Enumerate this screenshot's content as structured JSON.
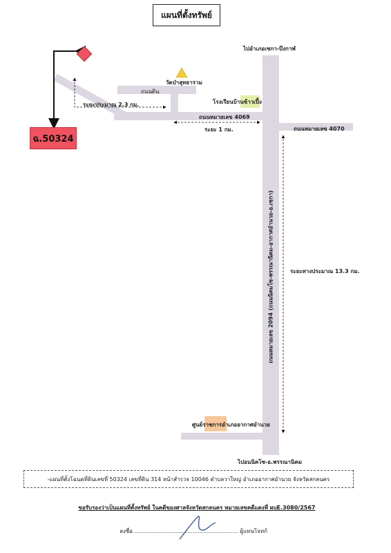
{
  "document": {
    "title": "แผนที่ตั้งทรัพย์",
    "parcel_ref": "ฉ.50324",
    "note": "-แผนที่ตั้งโฉนดที่ดินเลขที่ 50324 เลขที่ดิน 314 หน้าสำรวจ 10046 ตำบลวาใหญ่ อำเภออากาศอำนวย จังหวัดสกลนคร",
    "certification": "ขอรับรองว่าเป็นแผนที่ตั้งทรัพย์ ในคดีของศาลจังหวัดสกลนคร หมายเลขคดีแดงที่ ผบE.3080/2567",
    "signature": {
      "sign_label": "ลงชื่อ",
      "dots": "...........................................................",
      "role": "ผู้แทนโจทก์"
    }
  },
  "map": {
    "labels": {
      "to_north": "ไปอำเภอเซกา-บึงกาฬ",
      "temple": "วัดป่าสุทธาราม",
      "dirt_road": "ถนนดิน",
      "school": "โรงเรียนบ้านข้าวเปิ้ง",
      "road_4069": "ถนนหมายเลข 4069",
      "road_4070": "ถนนหมายเลข 4070",
      "dist_2_3": "ระยะประมาณ 2.3 กม.",
      "dist_1": "ระยะ 1 กม.",
      "dist_13_3": "ระยะทางประมาณ 13.3 กม.",
      "road_2094": "ถนนหมายเลข 2094 (ถนนนิคมโซ-พรรณานิคม-อากาศอำนวย-อ.เซกา)",
      "district_center": "ศูนย์ราชการอำเภออากาศอำนวย",
      "to_south": "ไปอนนิคโซ-อ.พรรณานิคม"
    },
    "colors": {
      "road": "#dcd7e0",
      "parcel": "#f0525f",
      "temple": "#f2cc3a",
      "school": "#e3eeaa",
      "district": "#f5c79a"
    }
  }
}
